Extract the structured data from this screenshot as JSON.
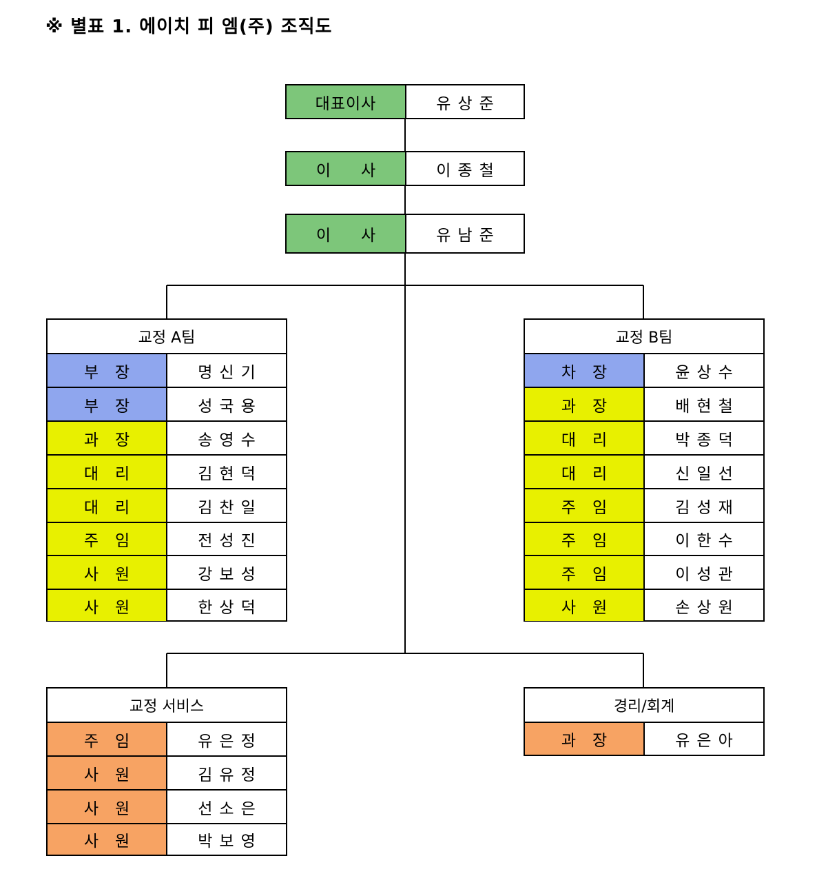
{
  "title": "※ 별표 1. 에이치 피 엠(주) 조직도",
  "colors": {
    "executive": "#7dc67a",
    "manager": "#8fa6ee",
    "staff_team": "#e8f000",
    "staff_service": "#f7a363",
    "line": "#000000"
  },
  "executives": [
    {
      "role": "대표이사",
      "name": "유상준"
    },
    {
      "role": "이사",
      "name": "이종철"
    },
    {
      "role": "이사",
      "name": "유남준"
    }
  ],
  "teams": [
    {
      "name": "교정 A팀",
      "members": [
        {
          "role": "부장",
          "name": "명신기"
        },
        {
          "role": "부장",
          "name": "성국용"
        },
        {
          "role": "과장",
          "name": "송영수"
        },
        {
          "role": "대리",
          "name": "김현덕"
        },
        {
          "role": "대리",
          "name": "김찬일"
        },
        {
          "role": "주임",
          "name": "전성진"
        },
        {
          "role": "사원",
          "name": "강보성"
        },
        {
          "role": "사원",
          "name": "한상덕"
        }
      ]
    },
    {
      "name": "교정 B팀",
      "members": [
        {
          "role": "차장",
          "name": "윤상수"
        },
        {
          "role": "과장",
          "name": "배현철"
        },
        {
          "role": "대리",
          "name": "박종덕"
        },
        {
          "role": "대리",
          "name": "신일선"
        },
        {
          "role": "주임",
          "name": "김성재"
        },
        {
          "role": "주임",
          "name": "이한수"
        },
        {
          "role": "주임",
          "name": "이성관"
        },
        {
          "role": "사원",
          "name": "손상원"
        }
      ]
    },
    {
      "name": "교정 서비스",
      "members": [
        {
          "role": "주임",
          "name": "유은정"
        },
        {
          "role": "사원",
          "name": "김유정"
        },
        {
          "role": "사원",
          "name": "선소은"
        },
        {
          "role": "사원",
          "name": "박보영"
        }
      ]
    },
    {
      "name": "경리/회계",
      "members": [
        {
          "role": "과장",
          "name": "유은아"
        }
      ]
    }
  ]
}
